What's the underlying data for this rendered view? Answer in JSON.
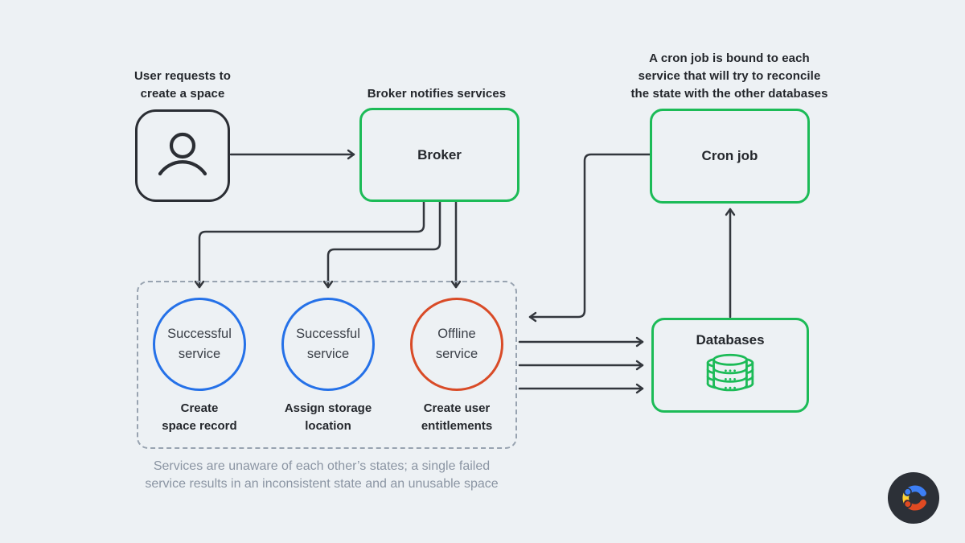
{
  "colors": {
    "background": "#edf1f4",
    "green": "#1cbb57",
    "blue": "#2571e8",
    "orange": "#d94b27",
    "line": "#33373d",
    "dark_border": "#2b2e34",
    "caption_gray": "#8b95a3"
  },
  "user": {
    "annotation": "User requests to\ncreate a space",
    "icon": "person-icon"
  },
  "broker": {
    "annotation": "Broker notifies services",
    "label": "Broker"
  },
  "cron": {
    "annotation": "A cron job is bound to each\nservice that will try to reconcile\nthe state with the other databases",
    "label": "Cron job"
  },
  "databases": {
    "label": "Databases",
    "icon": "database-stack-icon"
  },
  "services": [
    {
      "label": "Successful\nservice",
      "task": "Create\nspace record",
      "color": "#2571e8"
    },
    {
      "label": "Successful\nservice",
      "task": "Assign storage\nlocation",
      "color": "#2571e8"
    },
    {
      "label": "Offline\nservice",
      "task": "Create user\nentitlements",
      "color": "#d94b27"
    }
  ],
  "caption": "Services are unaware of each other’s states; a single failed\nservice results in an inconsistent state and an unusable space",
  "logo": {
    "name": "contentful-logo",
    "bg": "#2c3037",
    "blue": "#3d7ff5",
    "yellow": "#fdd230",
    "red": "#e04a22"
  }
}
